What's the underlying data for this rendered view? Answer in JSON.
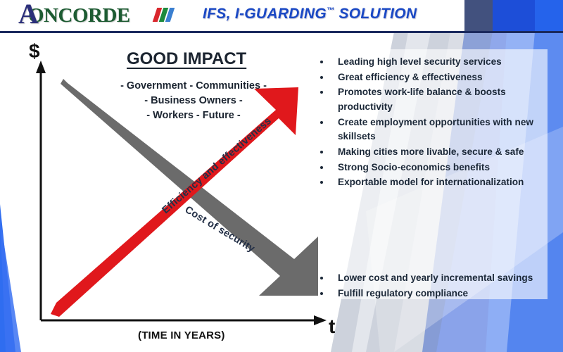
{
  "header": {
    "logo_letter": "A",
    "logo_word": "ONCORDE",
    "logo_bars": [
      "red",
      "green",
      "blue"
    ],
    "title_main": "IFS, I-GUARDING",
    "title_tm": "™",
    "title_tail": " SOLUTION",
    "accent_blue": "#1a48c4",
    "rule_color": "#1b2a5e",
    "logo_green": "#1d5b32",
    "logo_navy": "#2b2f7a"
  },
  "chart_data": {
    "type": "line",
    "title": "GOOD IMPACT",
    "xlabel": "t",
    "x_caption": "(TIME IN YEARS)",
    "ylabel": "$",
    "grid": false,
    "legend": "inline-arrow-labels",
    "series": [
      {
        "name": "Efficiency and effectiveness",
        "color": "#e0181c",
        "direction": "up-right",
        "trend": "increasing",
        "x": [
          0,
          1
        ],
        "y": [
          0,
          1
        ]
      },
      {
        "name": "Cost of security",
        "color": "#6b6b6b",
        "direction": "down-right",
        "trend": "decreasing",
        "x": [
          0,
          1
        ],
        "y": [
          1,
          0
        ]
      }
    ]
  },
  "impact": {
    "title": "GOOD IMPACT",
    "subtitle_lines": [
      "- Government - Communities -",
      "- Business Owners -",
      "- Workers - Future -"
    ]
  },
  "benefits": {
    "items": [
      "Leading high level security services",
      "Great efficiency & effectiveness",
      "Promotes work-life balance & boosts productivity",
      "Create employment opportunities with new skillsets",
      "Making cities more livable, secure & safe",
      "Strong Socio-economics benefits",
      "Exportable model for internationalization"
    ]
  },
  "savings": {
    "items": [
      "Lower cost and yearly incremental savings",
      "Fulfill regulatory compliance"
    ]
  },
  "axis": {
    "y_symbol": "$",
    "x_symbol": "t",
    "x_caption": "(TIME IN YEARS)"
  },
  "arrow_labels": {
    "up": "Efficiency and effectiveness",
    "down": "Cost of security"
  }
}
